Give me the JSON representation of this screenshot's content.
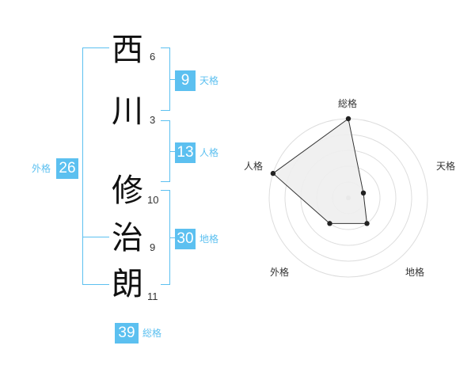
{
  "name_chars": [
    {
      "char": "西",
      "strokes": "6"
    },
    {
      "char": "川",
      "strokes": "3"
    },
    {
      "char": "修",
      "strokes": "10"
    },
    {
      "char": "治",
      "strokes": "9"
    },
    {
      "char": "朗",
      "strokes": "11"
    }
  ],
  "fortune": {
    "tenkaku": {
      "label": "天格",
      "value": "9"
    },
    "jinkaku": {
      "label": "人格",
      "value": "13"
    },
    "chikaku": {
      "label": "地格",
      "value": "30"
    },
    "gaikaku": {
      "label": "外格",
      "value": "26"
    },
    "soukaku": {
      "label": "総格",
      "value": "39"
    }
  },
  "colors": {
    "accent": "#5cc0f0",
    "radar_fill": "#eeeeee",
    "radar_line": "#333333",
    "ring": "#dddddd"
  },
  "chart_data": {
    "type": "radar",
    "axes": [
      "総格",
      "天格",
      "地格",
      "外格",
      "人格"
    ],
    "values": [
      5,
      1,
      2,
      2,
      5
    ],
    "max": 5,
    "rings": 5
  }
}
